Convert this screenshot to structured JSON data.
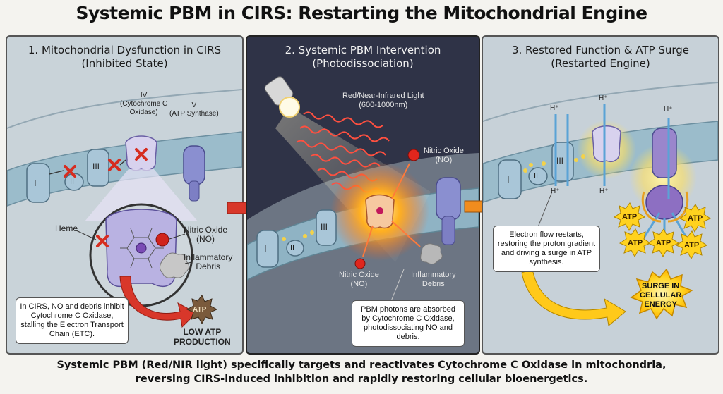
{
  "title": "Systemic PBM in CIRS: Restarting the Mitochondrial Engine",
  "panel1": {
    "title_line1": "1. Mitochondrial Dysfunction in CIRS",
    "title_line2": "(Inhibited State)",
    "complex_I": "I",
    "complex_II": "II",
    "complex_III": "III",
    "complex_IV": "IV",
    "cco_label_1": "(Cytochrome C",
    "cco_label_2": "Oxidase)",
    "complex_V": "V",
    "atp_synthase": "(ATP Synthase)",
    "no_label_1": "Nitric Oxide",
    "no_label_2": "(NO)",
    "heme": "Heme",
    "debris_1": "Inflammatory",
    "debris_2": "Debris",
    "note": "In CIRS, NO and debris inhibit Cytochrome C Oxidase, stalling the Electron Transport Chain (ETC).",
    "atp_badge": "ATP",
    "low_atp_1": "LOW ATP",
    "low_atp_2": "PRODUCTION"
  },
  "panel2": {
    "title_line1": "2. Systemic PBM Intervention",
    "title_line2": "(Photodissociation)",
    "light_1": "Red/Near-Infrared Light",
    "light_2": "(600-1000nm)",
    "no_top_1": "Nitric Oxide",
    "no_top_2": "(NO)",
    "complex_I": "I",
    "complex_II": "II",
    "complex_III": "III",
    "no_bottom_1": "Nitric Oxide",
    "no_bottom_2": "(NO)",
    "debris_1": "Inflammatory",
    "debris_2": "Debris",
    "note": "PBM photons are absorbed by Cytochrome C Oxidase, photodissociating NO and debris."
  },
  "panel3": {
    "title_line1": "3. Restored Function & ATP Surge",
    "title_line2": "(Restarted Engine)",
    "complex_I": "I",
    "complex_II": "II",
    "complex_III": "III",
    "proton": "H⁺",
    "atp_label": "ATP",
    "note": "Electron flow restarts, restoring the proton gradient and driving a surge in ATP synthesis.",
    "surge_1": "SURGE IN",
    "surge_2": "CELLULAR",
    "surge_3": "ENERGY"
  },
  "footer_line1": "Systemic PBM (Red/NIR light) specifically targets and reactivates Cytochrome C Oxidase in mitochondria,",
  "footer_line2": "reversing CIRS-induced inhibition and rapidly restoring cellular bioenergetics.",
  "colors": {
    "membrane": "#8fb3c4",
    "protein": "#aab8d6",
    "synthase": "#7d7fc4",
    "inhibit_red": "#d62d20",
    "arrow_red": "#d8372a",
    "arrow_orange": "#f08c1e",
    "atp_yellow": "#ffd21f",
    "panel2_bg": "#2f3347"
  }
}
